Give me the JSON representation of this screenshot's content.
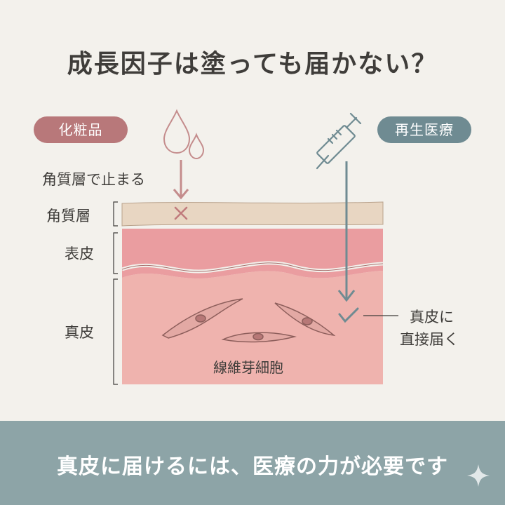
{
  "title": "成長因子は塗っても届かない？",
  "cosmetics": {
    "label": "化粧品",
    "stop_text": "角質層で止まる",
    "icon": "water-drop-icon"
  },
  "regenerative": {
    "label": "再生医療",
    "icon": "syringe-icon",
    "callout_line1": "真皮に",
    "callout_line2": "直接届く"
  },
  "layers": {
    "stratum_corneum": "角質層",
    "epidermis": "表皮",
    "dermis": "真皮"
  },
  "fibroblast_label": "線維芽細胞",
  "footer": {
    "text": "真皮に届けるには、医療の力が必要です"
  },
  "colors": {
    "cosmetics_accent": "#b8787a",
    "medical_accent": "#6f8b92",
    "stratum_corneum": "#e8d6c2",
    "epidermis": "#ea9da0",
    "dermis": "#efb3ae",
    "footer_bg": "#8da4a7"
  }
}
